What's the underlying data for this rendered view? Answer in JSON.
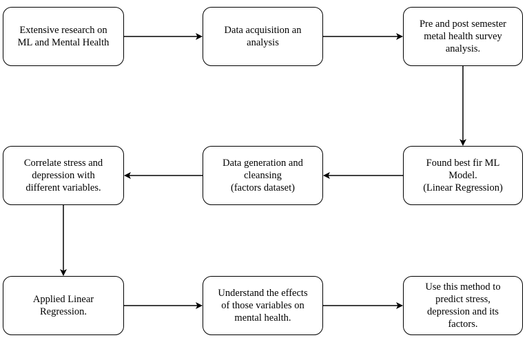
{
  "nodes": {
    "n1": "Extensive research on\nML and Mental Health",
    "n2": "Data acquisition an\nanalysis",
    "n3": "Pre and post semester\nmetal health survey\nanalysis.",
    "n4": "Found best fir ML\nModel.\n(Linear Regression)",
    "n5": "Data generation and\ncleansing\n(factors dataset)",
    "n6": "Correlate stress and\ndepression with\ndifferent variables.",
    "n7": "Applied Linear\nRegression.",
    "n8": "Understand the effects\nof those variables on\nmental health.",
    "n9": "Use this method to\npredict stress,\ndepression and its\nfactors."
  },
  "edges": [
    {
      "from": "n1",
      "to": "n2"
    },
    {
      "from": "n2",
      "to": "n3"
    },
    {
      "from": "n3",
      "to": "n4"
    },
    {
      "from": "n4",
      "to": "n5"
    },
    {
      "from": "n5",
      "to": "n6"
    },
    {
      "from": "n6",
      "to": "n7"
    },
    {
      "from": "n7",
      "to": "n8"
    },
    {
      "from": "n8",
      "to": "n9"
    }
  ]
}
